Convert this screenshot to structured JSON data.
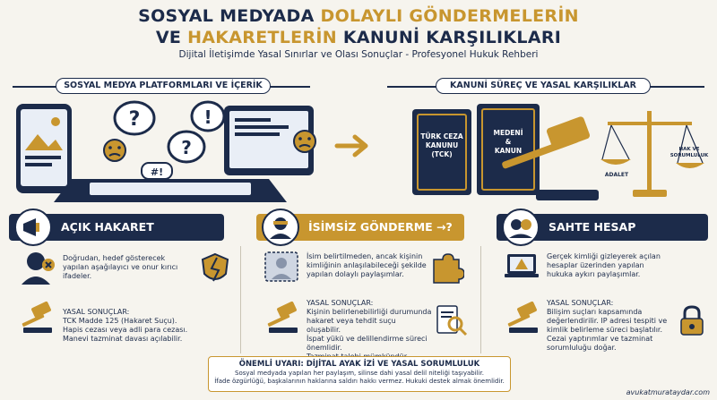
{
  "header": {
    "title_line1_a": "SOSYAL MEDYADA ",
    "title_line1_b": "DOLAYLI GÖNDERMELERİN",
    "title_line2_a": "VE ",
    "title_line2_b": "HAKARETLERİN",
    "title_line2_c": " KANUNİ KARŞILIKLARI",
    "subtitle": "Dijital İletişimde Yasal Sınırlar ve Olası Sonuçlar - Profesyonel Hukuk Rehberi"
  },
  "sections": {
    "left_label": "SOSYAL MEDYA PLATFORMLARI VE İÇERİK",
    "right_label": "KANUNİ SÜREÇ VE YASAL KARŞILIKLAR"
  },
  "books": {
    "book1": [
      "TÜRK CEZA",
      "KANUNU",
      "(TCK)"
    ],
    "book2": [
      "MEDENİ",
      "&",
      "KANUN"
    ]
  },
  "scales": {
    "left": "ADALET",
    "right": [
      "HAK VE",
      "SORUMLULUK"
    ]
  },
  "columns": [
    {
      "title": "AÇIK HAKARET",
      "description": [
        "Doğrudan, hedef gösterecek",
        "yapılan aşağılayıcı ve onur kırıcı",
        "ifadeler."
      ],
      "legal_title": "YASAL SONUÇLAR:",
      "legal": [
        "TCK Madde 125 (Hakaret Suçu).",
        "Hapis cezası veya adli para cezası.",
        "Manevi tazminat davası açılabilir."
      ]
    },
    {
      "title": "İSİMSİZ GÖNDERME",
      "title_suffix": "→?",
      "description": [
        "İsim belirtilmeden, ancak kişinin",
        "kimliğinin anlaşılabileceği şekilde",
        "yapılan dolaylı paylaşımlar."
      ],
      "legal_title": "YASAL SONUÇLAR:",
      "legal": [
        "Kişinin belirlenebilirliği durumunda",
        "hakaret veya tehdit suçu oluşabilir.",
        "İspat yükü ve delillendirme süreci",
        "önemlidir.",
        "Tazminat talebi mümkündür."
      ]
    },
    {
      "title": "SAHTE HESAP",
      "description": [
        "Gerçek kimliği gizleyerek açılan",
        "hesaplar üzerinden yapılan",
        "hukuka aykırı paylaşımlar."
      ],
      "legal_title": "YASAL SONUÇLAR:",
      "legal": [
        "Bilişim suçları kapsamında",
        "değerlendirilir. IP adresi tespiti ve",
        "kimlik belirleme süreci başlatılır.",
        "Cezai yaptırımlar ve tazminat",
        "sorumluluğu doğar."
      ]
    }
  ],
  "notice": {
    "title": "ÖNEMLİ UYARI: DİJİTAL AYAK İZİ VE YASAL SORUMLULUK",
    "lines": [
      "Sosyal medyada yapılan her paylaşım, silinse dahi yasal delil niteliği taşıyabilir.",
      "İfade özgürlüğü, başkalarının haklarına saldırı hakkı vermez. Hukuki destek almak önemlidir."
    ]
  },
  "footer": "avukatmurataydar.com",
  "colors": {
    "navy": "#1c2b4a",
    "gold": "#c8962f",
    "background": "#f6f4ee"
  }
}
